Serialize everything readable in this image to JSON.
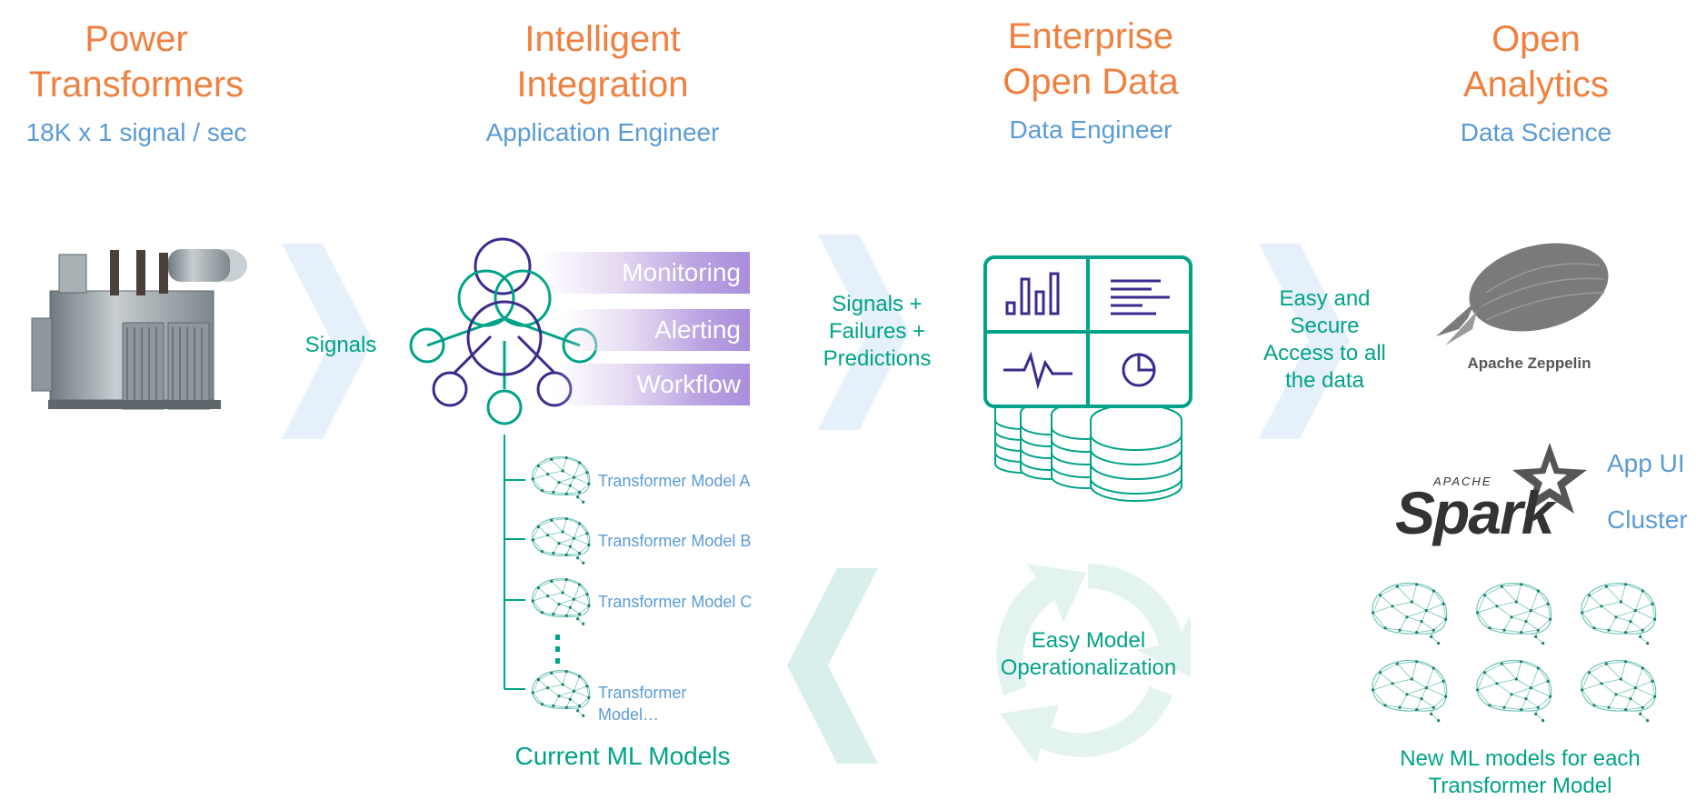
{
  "columns": [
    {
      "title_line1": "Power",
      "title_line2": "Transformers",
      "subtitle": "18K x 1 signal / sec"
    },
    {
      "title_line1": "Intelligent",
      "title_line2": "Integration",
      "subtitle": "Application  Engineer"
    },
    {
      "title_line1": "Enterprise",
      "title_line2": "Open Data",
      "subtitle": "Data Engineer"
    },
    {
      "title_line1": "Open",
      "title_line2": "Analytics",
      "subtitle": "Data Science"
    }
  ],
  "flows": {
    "signals": "Signals",
    "signals_failures_l1": "Signals +",
    "signals_failures_l2": "Failures +",
    "signals_failures_l3": "Predictions",
    "access_l1": "Easy and",
    "access_l2": "Secure",
    "access_l3": "Access to all",
    "access_l4": "the data",
    "operationalization_l1": "Easy Model",
    "operationalization_l2": "Operationalization"
  },
  "integration_bars": [
    "Monitoring",
    "Alerting",
    "Workflow"
  ],
  "models": {
    "a": "Transformer Model A",
    "b": "Transformer Model B",
    "c": "Transformer Model C",
    "more_l1": "Transformer",
    "more_l2": "Model…",
    "caption": "Current ML Models"
  },
  "analytics": {
    "zeppelin_label": "Apache Zeppelin",
    "spark_small": "APACHE",
    "spark_word": "Spark",
    "app_ui": "App UI",
    "cluster": "Cluster",
    "caption_l1": "New ML models for each",
    "caption_l2": "Transformer Model"
  },
  "colors": {
    "title": "#f08040",
    "subtitle": "#5b9bd5",
    "teal": "#00a388",
    "purple": "#3c2a8c",
    "chevron_blue": "#e6f0fb",
    "chevron_teal": "#d9efec"
  }
}
